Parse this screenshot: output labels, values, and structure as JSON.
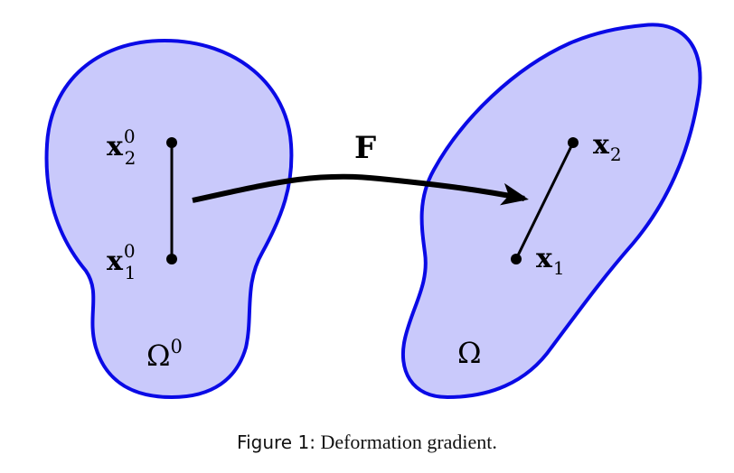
{
  "figure": {
    "fill_color": "#c9c9fb",
    "stroke_color": "#0a0ae6",
    "ink_color": "#000000",
    "left_region": {
      "symbol": "Ω",
      "superscript": "0"
    },
    "right_region": {
      "symbol": "Ω"
    },
    "left_points": {
      "top": {
        "base": "x",
        "subscript": "2",
        "superscript": "0"
      },
      "bottom": {
        "base": "x",
        "subscript": "1",
        "superscript": "0"
      }
    },
    "right_points": {
      "top": {
        "base": "x",
        "subscript": "2"
      },
      "bottom": {
        "base": "x",
        "subscript": "1"
      }
    },
    "map_label": "F"
  },
  "caption": {
    "label": "Figure 1:",
    "text": " Deformation gradient."
  }
}
